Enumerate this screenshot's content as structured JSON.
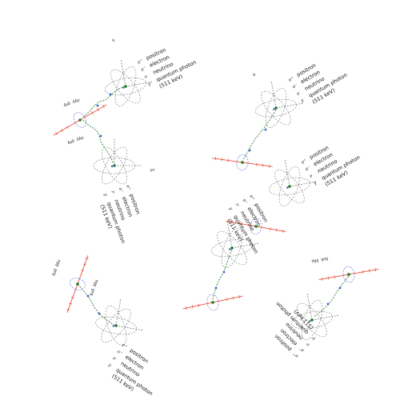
{
  "legend": {
    "positron": "positron",
    "electron": "electron",
    "neutrino": "neutrino",
    "quantum_line1": "quantum photon",
    "quantum_line2": "(511 keV)",
    "sym_positron": "e⁺",
    "sym_electron": "e⁻",
    "sym_neutrino": "ν",
    "sym_photon": "γ"
  },
  "axis_labels": {
    "p": "p",
    "pr": "pr",
    "tick": "ΔμΔ ΔΔμ"
  },
  "colors": {
    "electron": "#2a7a2a",
    "positron": "#3b5fd0",
    "photon_axis": "#e8503a",
    "orbit": "#8a8a8a",
    "neutrino": "#c0a020"
  }
}
